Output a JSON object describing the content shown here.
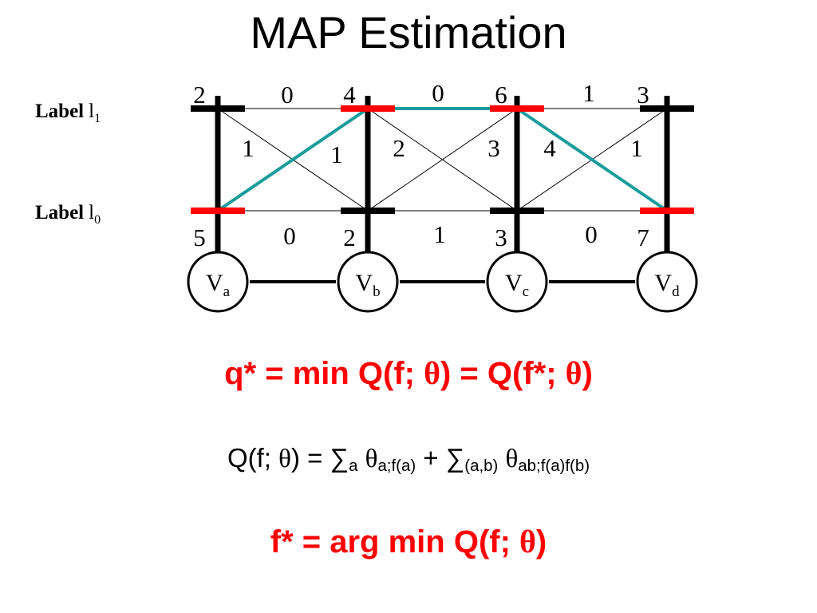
{
  "slide": {
    "title": "MAP Estimation"
  },
  "colors": {
    "accent": "#ff0000",
    "path": "#1a9c9c",
    "ink": "#000000"
  },
  "labels": {
    "l1_word": "Label",
    "l1_var": "l",
    "l1_sub": "1",
    "l0_word": "Label",
    "l0_var": "l",
    "l0_sub": "0"
  },
  "nodes": [
    {
      "letter": "V",
      "sub": "a"
    },
    {
      "letter": "V",
      "sub": "b"
    },
    {
      "letter": "V",
      "sub": "c"
    },
    {
      "letter": "V",
      "sub": "d"
    }
  ],
  "unary": {
    "l1": [
      "2",
      "4",
      "6",
      "3"
    ],
    "l0": [
      "5",
      "2",
      "3",
      "7"
    ]
  },
  "pairwise": [
    {
      "top": "0",
      "l1_l0": "1",
      "l0_l1": "1",
      "bottom": "0"
    },
    {
      "top": "0",
      "l1_l0": "2",
      "l0_l1": "3",
      "bottom": "1"
    },
    {
      "top": "1",
      "l1_l0": "4",
      "l0_l1": "1",
      "bottom": "0"
    }
  ],
  "map_labeling": [
    "l0",
    "l1",
    "l1",
    "l0"
  ],
  "equations": {
    "q_star": {
      "lhs": "q* = min Q(f; ",
      "theta": "θ",
      "mid": ") = Q(f*; ",
      "theta2": "θ",
      "end": ")"
    },
    "energy": {
      "lhs": "Q(f; ",
      "theta": "θ",
      "after_theta": ") = ∑",
      "sum1_sub": "a",
      "theta_unary": "θ",
      "unary_sub": "a;f(a)",
      "plus": " + ∑",
      "sum2_sub": "(a,b)",
      "theta_pair": "θ",
      "pair_sub": "ab;f(a)f(b)"
    },
    "f_star": {
      "lhs": "f* = arg min Q(f; ",
      "theta": "θ",
      "end": ")"
    }
  }
}
